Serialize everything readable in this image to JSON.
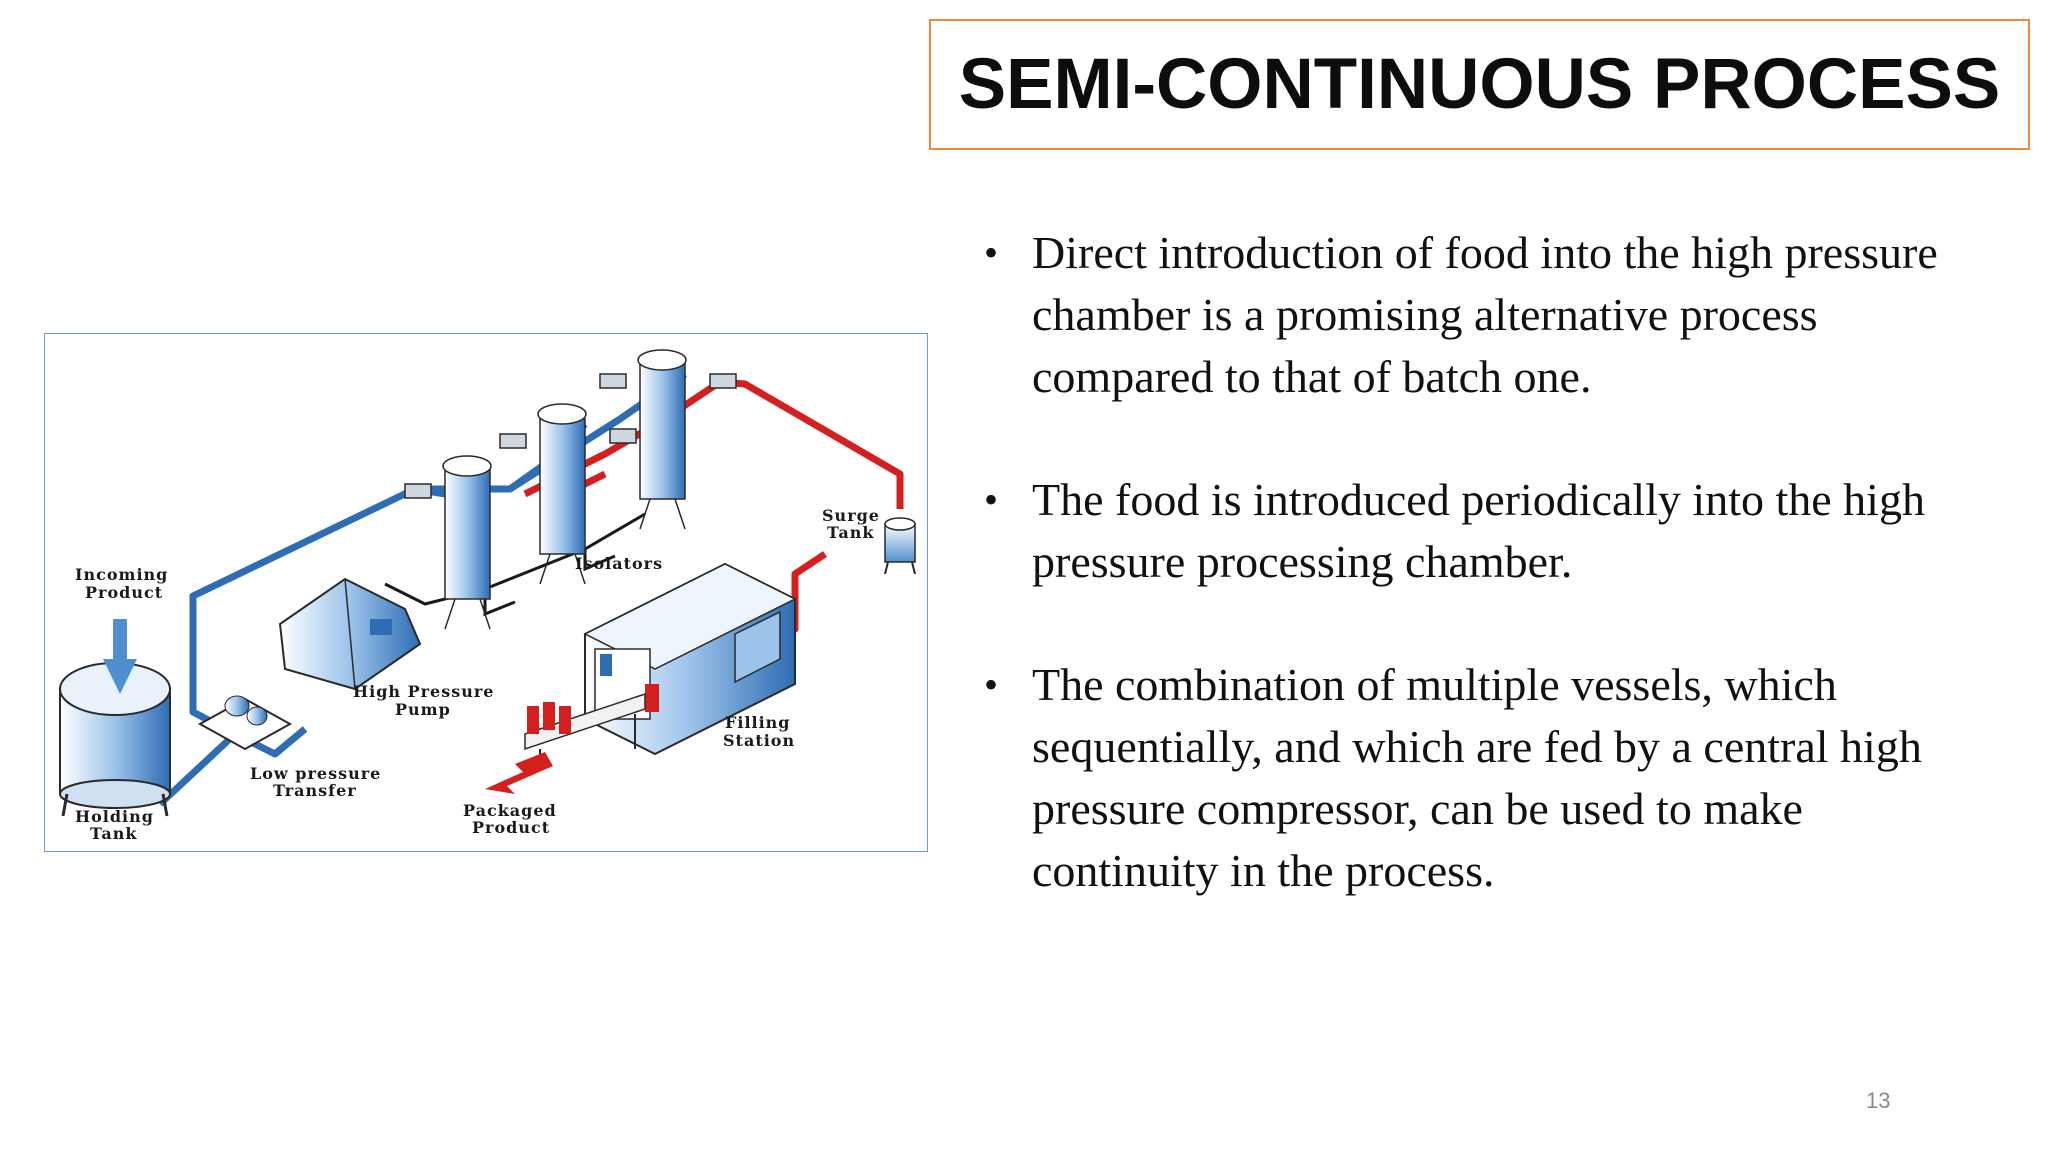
{
  "slide": {
    "title": "SEMI-CONTINUOUS PROCESS",
    "page_number": "13",
    "accent_color": "#ED8A3C",
    "bullets": [
      {
        "text": "Direct introduction of food into the high pressure chamber is a promising alternative process compared to that of batch one."
      },
      {
        "text": "The food is introduced periodically into the high pressure processing chamber."
      },
      {
        "text": "The combination of multiple vessels, which sequentially, and which are fed by a central high pressure compressor, can be used to make continuity in the process."
      }
    ],
    "bullet_symbol": "•"
  },
  "diagram": {
    "frame_color": "#6b9bd1",
    "pipe_low_color": "#2e6db4",
    "pipe_high_color": "#d41f1f",
    "labels": {
      "incoming_product": [
        "Incoming",
        "Product"
      ],
      "holding_tank": [
        "Holding",
        "Tank"
      ],
      "low_pressure_transfer": [
        "Low pressure",
        "Transfer"
      ],
      "high_pressure_pump": [
        "High Pressure",
        "Pump"
      ],
      "isolators": "Isolators",
      "surge_tank": [
        "Surge",
        "Tank"
      ],
      "filling_station": [
        "Filling",
        "Station"
      ],
      "packaged_product": [
        "Packaged",
        "Product"
      ]
    }
  }
}
